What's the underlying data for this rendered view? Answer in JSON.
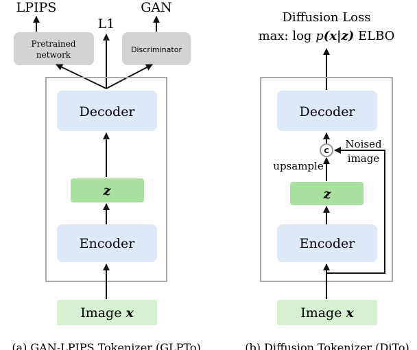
{
  "left": {
    "outputs": {
      "lpips": "LPIPS",
      "l1": "L1",
      "gan": "GAN"
    },
    "heads": {
      "pretrained_line1": "Pretrained",
      "pretrained_line2": "network",
      "discriminator": "Discriminator"
    },
    "decoder": "Decoder",
    "latent": "z",
    "encoder": "Encoder",
    "input": {
      "text": "Image ",
      "var": "x"
    },
    "caption": "(a) GAN-LPIPS Tokenizer (GLPTo)"
  },
  "right": {
    "title": "Diffusion Loss",
    "objective": {
      "prefix": "max:",
      "log": "log",
      "p": "p",
      "args": "(x|z)",
      "suffix": "ELBO"
    },
    "decoder": "Decoder",
    "concat": "C",
    "noised_line1": "Noised",
    "noised_line2": "image",
    "upsample": "upsample",
    "latent": "z",
    "encoder": "Encoder",
    "input": {
      "text": "Image ",
      "var": "x"
    },
    "caption": "(b) Diffusion Tokenizer (DiTo)"
  },
  "colors": {
    "block_blue": "#dde9f7",
    "latent_green": "#a9df9f",
    "input_green": "#d8f0d2",
    "head_gray": "#d3d3d3",
    "frame_gray": "#a8a8a8",
    "arrow": "#111111"
  }
}
